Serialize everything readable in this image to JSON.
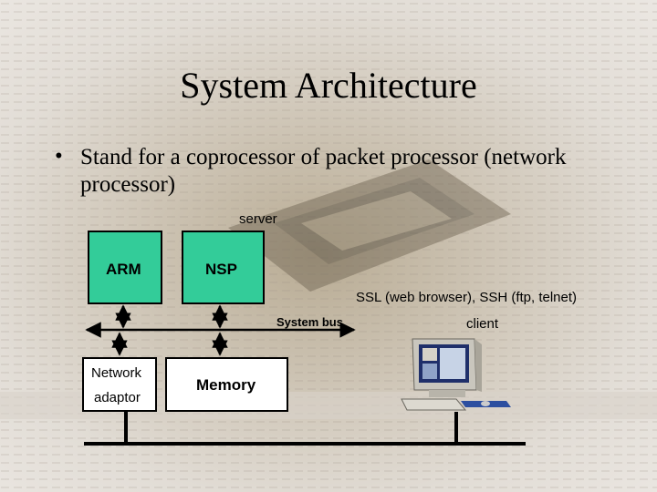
{
  "slide": {
    "title": "System Architecture",
    "bullet": "Stand for a coprocessor of packet processor (network processor)"
  },
  "diagram": {
    "server_label": "server",
    "arm_label": "ARM",
    "nsp_label": "NSP",
    "ssl_label": "SSL (web browser), SSH (ftp, telnet)",
    "system_bus_label": "System bus",
    "client_label": "client",
    "network_adaptor_line1": "Network",
    "network_adaptor_line2": "adaptor",
    "memory_label": "Memory"
  },
  "colors": {
    "box_green": "#33cc99",
    "box_white": "#ffffff",
    "line": "#000000"
  },
  "icons": [
    "bullet-dot",
    "desktop-computer-icon"
  ]
}
